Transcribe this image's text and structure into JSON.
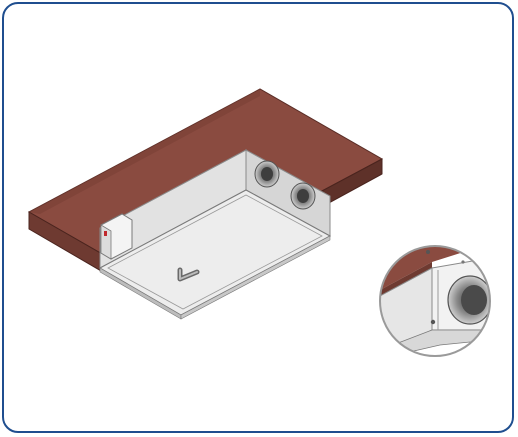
{
  "figure": {
    "frame_color": "#1f4e8f",
    "colors": {
      "ceiling_top": "#8a4b40",
      "ceiling_front": "#6e3a31",
      "ceiling_side": "#5e3129",
      "unit_face": "#e8e8e8",
      "unit_side": "#cfcfcf",
      "spigot": "#6c6c6c"
    },
    "icons": [
      "ceiling-slab",
      "ventilation-unit",
      "duct-spigot",
      "control-box",
      "drain-pipe",
      "detail-magnifier"
    ]
  }
}
